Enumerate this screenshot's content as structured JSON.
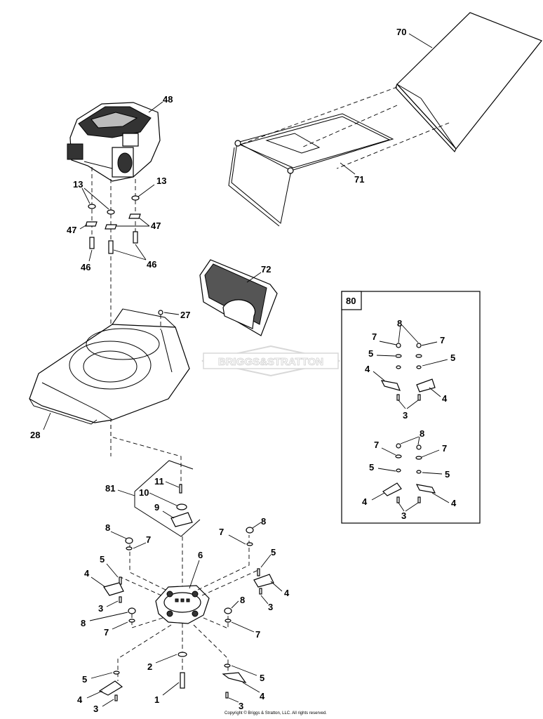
{
  "watermark_text": "BRIGGS&STRATTON",
  "copyright": "Copyright © Briggs & Stratton, LLC. All rights reserved.",
  "labels": {
    "l70": "70",
    "l71": "71",
    "l72": "72",
    "l48": "48",
    "l13a": "13",
    "l13b": "13",
    "l47a": "47",
    "l47b": "47",
    "l46a": "46",
    "l46b": "46",
    "l27": "27",
    "l28": "28",
    "l81": "81",
    "l10": "10",
    "l11": "11",
    "l9": "9",
    "l6": "6",
    "l8a": "8",
    "l7a": "7",
    "l5a": "5",
    "l4a": "4",
    "l3a": "3",
    "l7b": "7",
    "l8b": "8",
    "l5b": "5",
    "l4b": "4",
    "l3b": "3",
    "l8c": "8",
    "l7c": "7",
    "l8d": "8",
    "l7d": "7",
    "l5c": "5",
    "l4c": "4",
    "l3c": "3",
    "l2": "2",
    "l1": "1",
    "l5d": "5",
    "l4d": "4",
    "l3d": "3"
  },
  "inset": {
    "title": "80",
    "top": {
      "l8": "8",
      "l7a": "7",
      "l7b": "7",
      "l5a": "5",
      "l5b": "5",
      "l4a": "4",
      "l4b": "4",
      "l3": "3"
    },
    "bottom": {
      "l8": "8",
      "l7a": "7",
      "l7b": "7",
      "l5a": "5",
      "l5b": "5",
      "l4a": "4",
      "l4b": "4",
      "l3": "3"
    }
  }
}
